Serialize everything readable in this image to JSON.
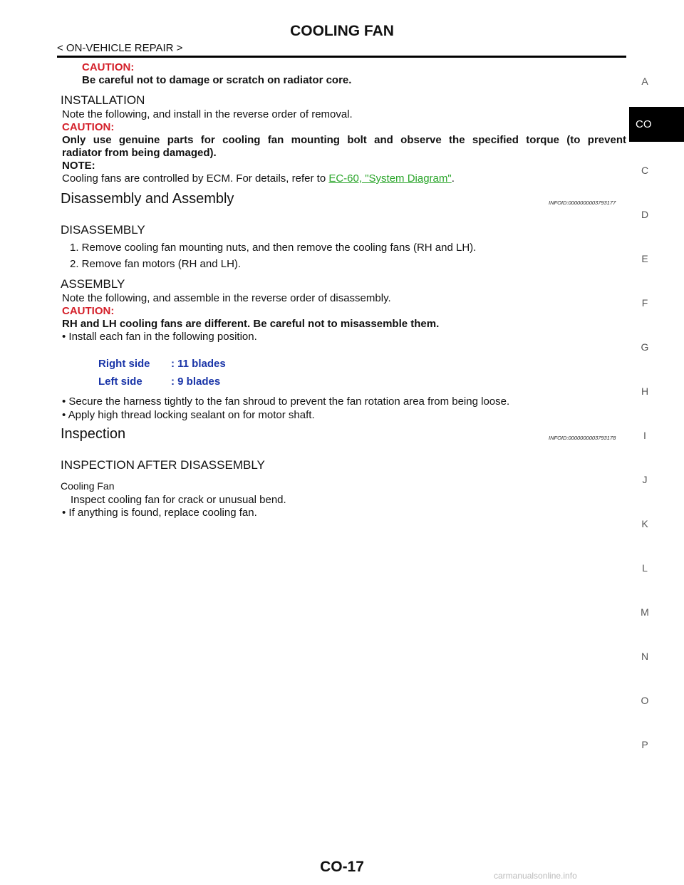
{
  "header": {
    "title": "COOLING FAN",
    "subheading": "< ON-VEHICLE REPAIR >"
  },
  "top_caution": {
    "label": "CAUTION:",
    "text": "Be careful not to damage or scratch on radiator core."
  },
  "installation": {
    "heading": "INSTALLATION",
    "intro": "Note the following, and install in the reverse order of removal.",
    "caution_label": "CAUTION:",
    "caution_line1": "Only use genuine parts for cooling fan mounting bolt and observe the specified torque (to prevent",
    "caution_line2": "radiator from being damaged).",
    "note_label": "NOTE:",
    "note_text_prefix": "Cooling fans are controlled by ECM. For details, refer to ",
    "note_link": "EC-60, \"System Diagram\"",
    "note_text_suffix": "."
  },
  "disassembly_section": {
    "heading": "Disassembly and Assembly",
    "infoid": "INFOID:0000000003793177",
    "disassembly_heading": "DISASSEMBLY",
    "steps": [
      "1. Remove cooling fan mounting nuts, and then remove the cooling fans (RH and LH).",
      "2. Remove fan motors (RH and LH)."
    ],
    "assembly_heading": "ASSEMBLY",
    "assembly_intro": "Note the following, and assemble in the reverse order of disassembly.",
    "caution_label": "CAUTION:",
    "caution_text": "RH and LH cooling fans are different. Be careful not to misassemble them.",
    "bullet1": "• Install each fan in the following position.",
    "positions": [
      {
        "side": "Right side",
        "value": ": 11 blades"
      },
      {
        "side": "Left side",
        "value": ": 9 blades"
      }
    ],
    "bullet2": "• Secure the harness tightly to the fan shroud to prevent the fan rotation area from being loose.",
    "bullet3": "• Apply high thread locking sealant on for motor shaft."
  },
  "inspection": {
    "heading": "Inspection",
    "infoid": "INFOID:0000000003793178",
    "sub_heading": "INSPECTION AFTER DISASSEMBLY",
    "item": "Cooling Fan",
    "text": "Inspect cooling fan for crack or unusual bend.",
    "bullet": "• If anything is found, replace cooling fan."
  },
  "side_tabs": [
    "A",
    "CO",
    "C",
    "D",
    "E",
    "F",
    "G",
    "H",
    "I",
    "J",
    "K",
    "L",
    "M",
    "N",
    "O",
    "P"
  ],
  "footer": {
    "page": "CO-17"
  },
  "watermark": "carmanualsonline.info"
}
